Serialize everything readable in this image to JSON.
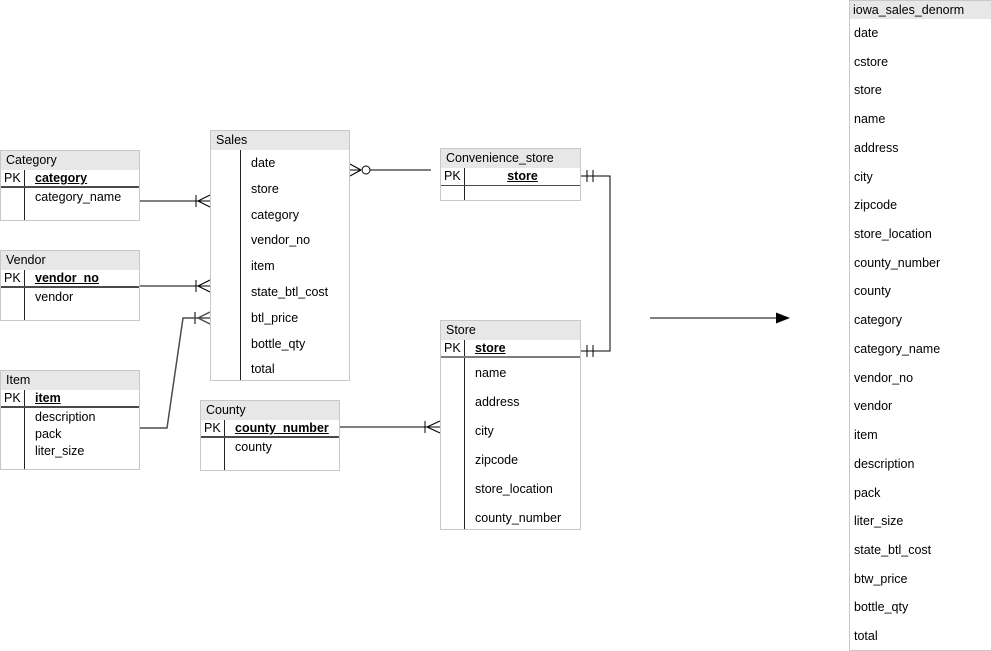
{
  "diagram": {
    "colors": {
      "header_bg": "#e7e7e7",
      "box_border": "#c8c8c8",
      "line": "#000000",
      "item_line": "#4d4d4d"
    },
    "entities": {
      "category": {
        "title": "Category",
        "pk_label": "PK",
        "pk_field": "category",
        "fields": [
          "category_name"
        ]
      },
      "vendor": {
        "title": "Vendor",
        "pk_label": "PK",
        "pk_field": "vendor_no",
        "fields": [
          "vendor"
        ]
      },
      "item": {
        "title": "Item",
        "pk_label": "PK",
        "pk_field": "item",
        "fields": [
          "description",
          "pack",
          "liter_size"
        ]
      },
      "sales": {
        "title": "Sales",
        "fields": [
          "date",
          "store",
          "category",
          "vendor_no",
          "item",
          "state_btl_cost",
          "btl_price",
          "bottle_qty",
          "total"
        ]
      },
      "county": {
        "title": "County",
        "pk_label": "PK",
        "pk_field": "county_number",
        "fields": [
          "county"
        ]
      },
      "convenience_store": {
        "title": "Convenience_store",
        "pk_label": "PK",
        "pk_field": "store",
        "fields": []
      },
      "store": {
        "title": "Store",
        "pk_label": "PK",
        "pk_field": "store",
        "fields": [
          "name",
          "address",
          "city",
          "zipcode",
          "store_location",
          "county_number"
        ]
      },
      "iowa_sales_denorm": {
        "title": "iowa_sales_denorm",
        "fields": [
          "date",
          "cstore",
          "store",
          "name",
          "address",
          "city",
          "zipcode",
          "store_location",
          "county_number",
          "county",
          "category",
          "category_name",
          "vendor_no",
          "vendor",
          "item",
          "description",
          "pack",
          "liter_size",
          "state_btl_cost",
          "btw_price",
          "bottle_qty",
          "total"
        ]
      }
    },
    "relationships": [
      {
        "from": "Category",
        "to": "Sales",
        "from_end": "none",
        "to_end": "one-or-many"
      },
      {
        "from": "Vendor",
        "to": "Sales",
        "from_end": "none",
        "to_end": "one-or-many"
      },
      {
        "from": "Item",
        "to": "Sales",
        "from_end": "none",
        "to_end": "one-or-many"
      },
      {
        "from": "Convenience_store",
        "to": "Sales",
        "from_end": "none",
        "to_end": "zero-or-many"
      },
      {
        "from": "Convenience_store",
        "to": "Store",
        "from_end": "exactly-one",
        "to_end": "exactly-one"
      },
      {
        "from": "County",
        "to": "Store",
        "from_end": "none",
        "to_end": "one-or-many"
      },
      {
        "from": "diagram",
        "to": "iowa_sales_denorm",
        "type": "arrow"
      }
    ]
  }
}
